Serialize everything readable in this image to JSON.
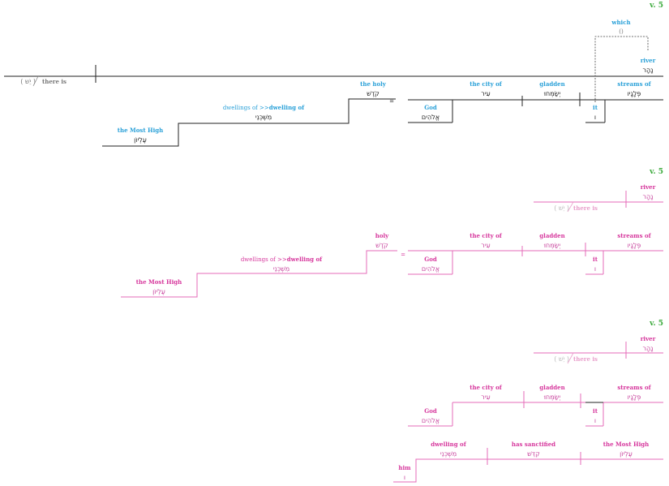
{
  "colors": {
    "verse_ref": "#3aa93a",
    "english_blue": "#29a0d8",
    "pink": "#d6369c",
    "line_black": "#222222",
    "line_pink": "#e46bb8",
    "grey": "#777777"
  },
  "d1": {
    "verse_ref": "v. 5",
    "which_en": "which",
    "which_he": "()",
    "river_en": "river",
    "river_he": "נָהָר",
    "there_is": "there is",
    "there_is_he": "( יֵשׁ )",
    "the_holy_en": "the holy",
    "the_holy_he": "קֹדֶשׁ",
    "city_en": "the city of",
    "city_he": "עִיר",
    "gladden_en": "gladden",
    "gladden_he": "יְשַׂמְּחוּ",
    "streams_en": "streams of",
    "streams_he": "פְּלָגָיו",
    "dwellings_pre": "dwellings of >>",
    "dwellings_bold": "dwelling of",
    "dwellings_he": "מִשְׁכְּנֵי",
    "equals": "=",
    "god_en": "God",
    "god_he": "אֱלֹהִים",
    "it_en": "it",
    "it_he": "ו",
    "most_high_en": "the Most High",
    "most_high_he": "עֶלְיוֹן"
  },
  "d2": {
    "verse_ref": "v. 5",
    "river_en": "river",
    "river_he": "נָהָר",
    "there_is": "there is",
    "there_is_he": "( יֵשׁ )",
    "holy_en": "holy",
    "holy_he": "קֹדֶשׁ",
    "city_en": "the city of",
    "city_he": "עִיר",
    "gladden_en": "gladden",
    "gladden_he": "יְשַׂמְּחוּ",
    "streams_en": "streams of",
    "streams_he": "פְּלָגָיו",
    "dwellings_pre": "dwellings of >>",
    "dwellings_bold": "dwelling of",
    "dwellings_he": "מִשְׁכְּנֵי",
    "equals": "=",
    "god_en": "God",
    "god_he": "אֱלֹהִים",
    "it_en": "it",
    "it_he": "ו",
    "most_high_en": "the Most High",
    "most_high_he": "עֶלְיוֹן"
  },
  "d3": {
    "verse_ref": "v. 5",
    "river_en": "river",
    "river_he": "נָהָר",
    "there_is": "there is",
    "there_is_he": "( יֵשׁ )",
    "city_en": "the city of",
    "city_he": "עִיר",
    "gladden_en": "gladden",
    "gladden_he": "יְשַׂמְּחוּ",
    "streams_en": "streams of",
    "streams_he": "פְּלָגָיו",
    "god_en": "God",
    "god_he": "אֱלֹהִים",
    "it_en": "it",
    "it_he": "ו",
    "dwelling_en": "dwelling of",
    "dwelling_he": "מִשְׁכְּנֵי",
    "sanctified_en": "has sanctified",
    "sanctified_he": "קִדֵּשׁ",
    "most_high_en": "the Most High",
    "most_high_he": "עֶלְיוֹן",
    "him_en": "him",
    "him_he": "ו"
  }
}
